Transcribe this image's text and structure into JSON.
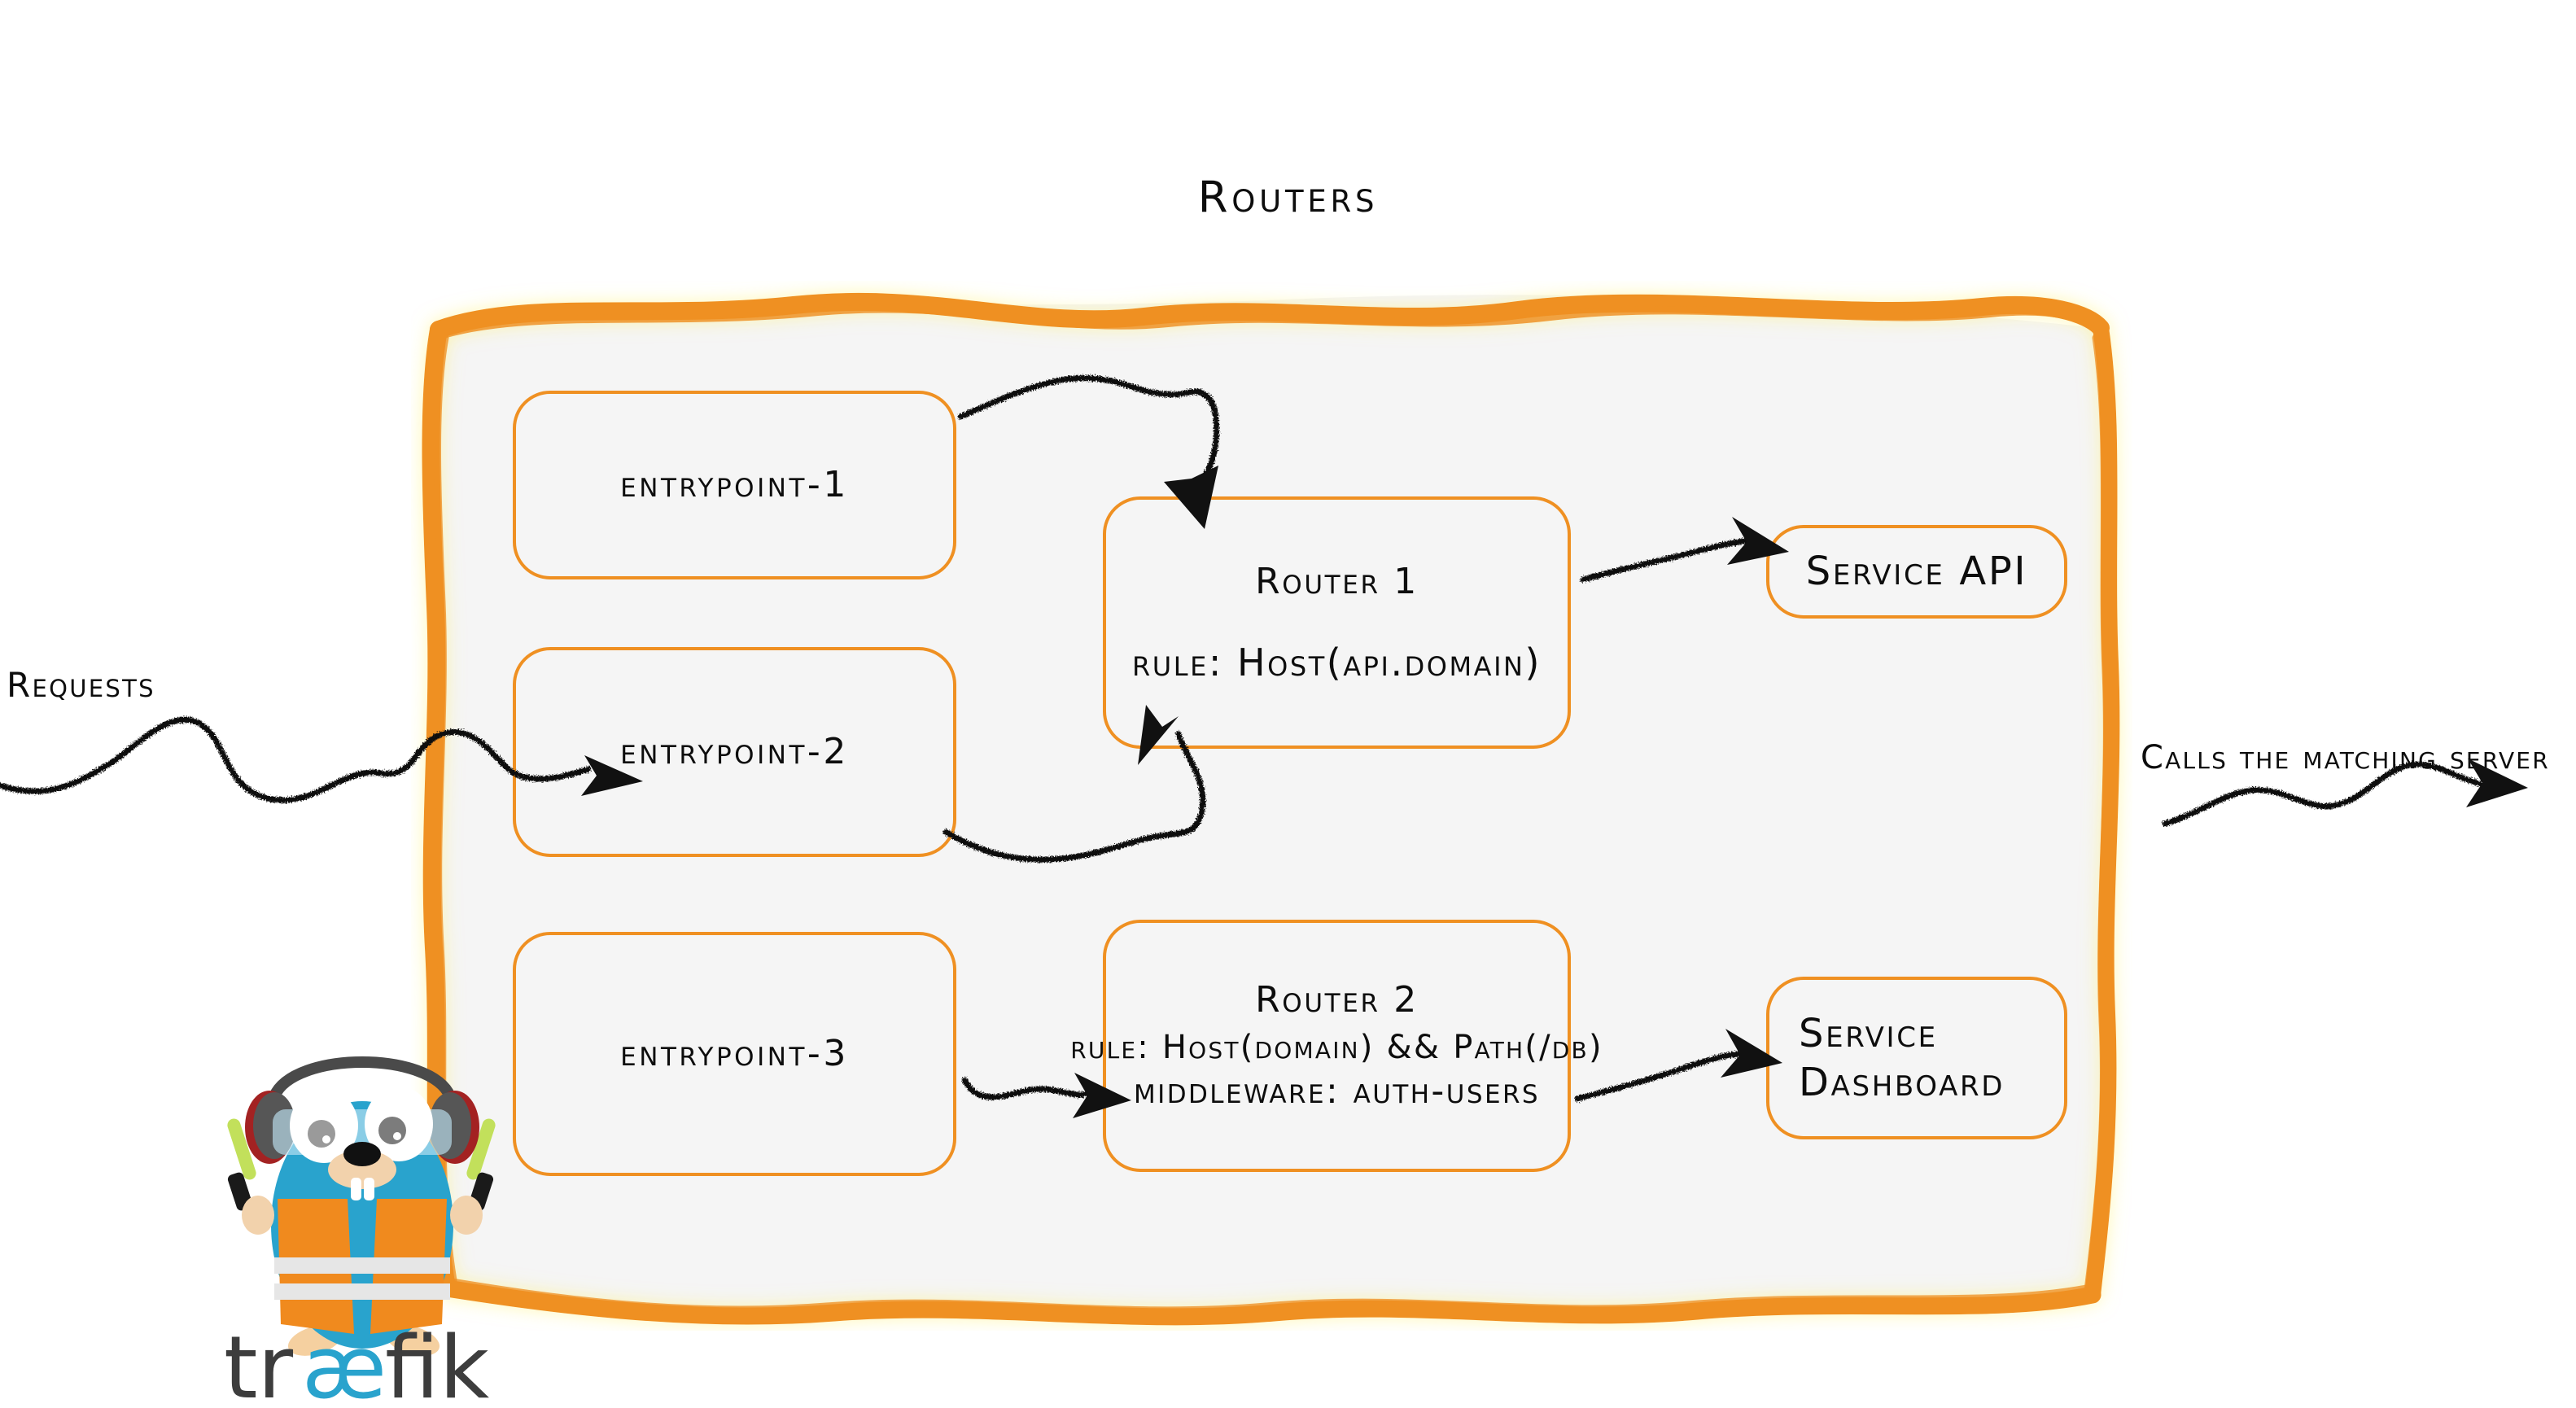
{
  "diagram": {
    "title": "Routers",
    "background_color": "#ffffff",
    "panel_fill": "#f5f5f5",
    "accent_color": "#ef9022",
    "ink_color": "#0d0d0d"
  },
  "labels": {
    "requests": "Requests",
    "calls_matching_server": "Calls the matching server"
  },
  "entrypoints": [
    {
      "label": "entrypoint-1"
    },
    {
      "label": "entrypoint-2"
    },
    {
      "label": "entrypoint-3"
    }
  ],
  "routers": [
    {
      "name": "Router 1",
      "rule": "rule: Host(api.domain)",
      "middleware": ""
    },
    {
      "name": "Router 2",
      "rule": "rule: Host(domain) && Path(/db)",
      "middleware": "middleware: auth-users"
    }
  ],
  "services": [
    {
      "line1": "Service API",
      "line2": ""
    },
    {
      "line1": "Service",
      "line2": "Dashboard"
    }
  ],
  "logo": {
    "wordmark_prefix": "tr",
    "wordmark_ligature": "æ",
    "wordmark_suffix": "fik",
    "wordmark_color": "#3d3d3d",
    "ligature_color": "#29a3cd",
    "mascot_body_color": "#29a3cd",
    "mascot_vest_color": "#f08a1e"
  },
  "icons": {
    "arrow_requests": "wavy-arrow-icon",
    "arrow_ep1_router1": "curved-arrow-icon",
    "arrow_ep2_router1": "curved-arrow-icon",
    "arrow_ep3_router2": "squiggle-arrow-icon",
    "arrow_router1_svcapi": "wavy-arrow-icon",
    "arrow_router2_svcdash": "wavy-arrow-icon",
    "arrow_out": "wavy-arrow-icon"
  }
}
